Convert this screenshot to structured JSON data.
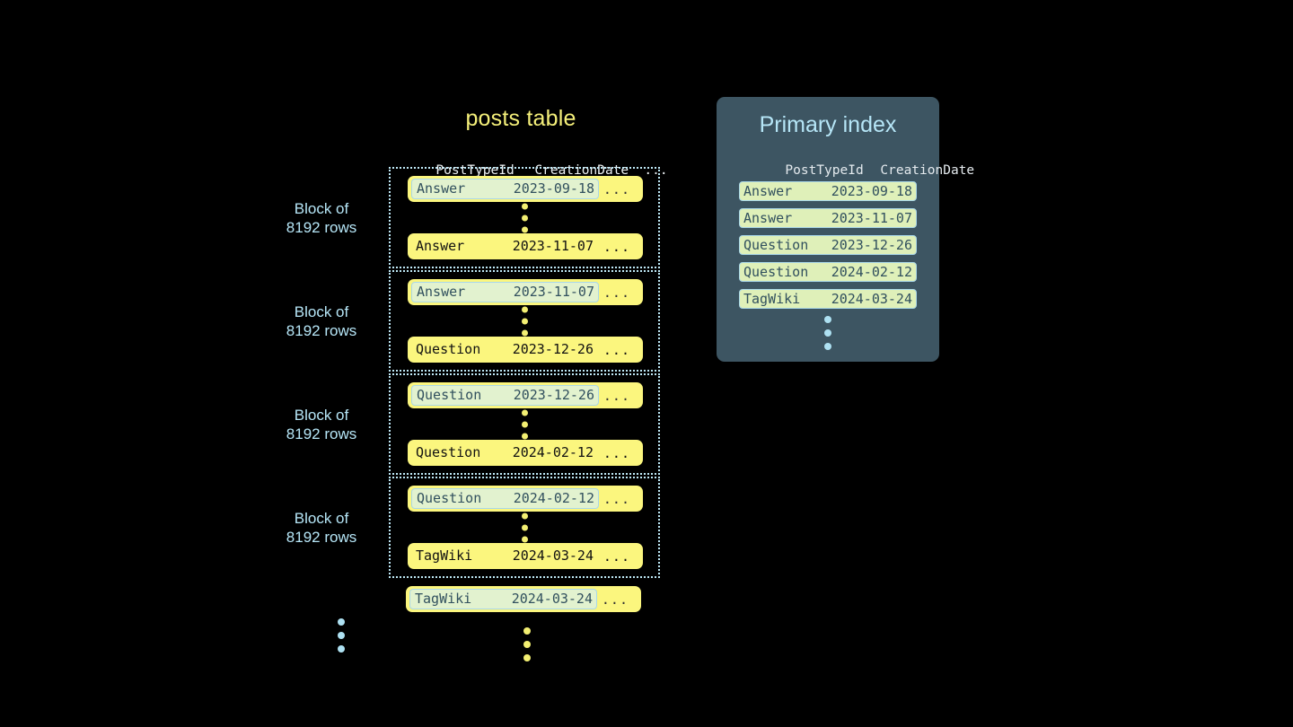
{
  "posts_table": {
    "title": "posts table",
    "columns": {
      "post_type_id": "PostTypeId",
      "creation_date": "CreationDate",
      "ellipsis": "..."
    },
    "block_label_line1": "Block of",
    "block_label_line2": "8192 rows",
    "row_ellipsis": "...",
    "blocks": [
      {
        "label_line1": "Block of",
        "label_line2": "8192 rows",
        "first_row": {
          "post_type_id": "Answer",
          "creation_date": "2023-09-18",
          "highlighted": true
        },
        "last_row": {
          "post_type_id": "Answer",
          "creation_date": "2023-11-07",
          "highlighted": false
        }
      },
      {
        "label_line1": "Block of",
        "label_line2": "8192 rows",
        "first_row": {
          "post_type_id": "Answer",
          "creation_date": "2023-11-07",
          "highlighted": true
        },
        "last_row": {
          "post_type_id": "Question",
          "creation_date": "2023-12-26",
          "highlighted": false
        }
      },
      {
        "label_line1": "Block of",
        "label_line2": "8192 rows",
        "first_row": {
          "post_type_id": "Question",
          "creation_date": "2023-12-26",
          "highlighted": true
        },
        "last_row": {
          "post_type_id": "Question",
          "creation_date": "2024-02-12",
          "highlighted": false
        }
      },
      {
        "label_line1": "Block of",
        "label_line2": "8192 rows",
        "first_row": {
          "post_type_id": "Question",
          "creation_date": "2024-02-12",
          "highlighted": true
        },
        "last_row": {
          "post_type_id": "TagWiki",
          "creation_date": "2024-03-24",
          "highlighted": false
        }
      }
    ],
    "trailing_row": {
      "post_type_id": "TagWiki",
      "creation_date": "2024-03-24",
      "highlighted": true
    }
  },
  "primary_index": {
    "title": "Primary index",
    "columns": {
      "post_type_id": "PostTypeId",
      "creation_date": "CreationDate"
    },
    "rows": [
      {
        "post_type_id": "Answer",
        "creation_date": "2023-09-18"
      },
      {
        "post_type_id": "Answer",
        "creation_date": "2023-11-07"
      },
      {
        "post_type_id": "Question",
        "creation_date": "2023-12-26"
      },
      {
        "post_type_id": "Question",
        "creation_date": "2024-02-12"
      },
      {
        "post_type_id": "TagWiki",
        "creation_date": "2024-03-24"
      }
    ]
  },
  "colors": {
    "background": "#000000",
    "row_yellow": "#fbf67e",
    "title_yellow": "#f5f07a",
    "accent_blue": "#b6e6f7",
    "panel_slate": "#3d5562",
    "index_row_green": "#dff0b9",
    "highlight_green": "#e2f2cf",
    "highlight_border": "#a9d7e8"
  }
}
